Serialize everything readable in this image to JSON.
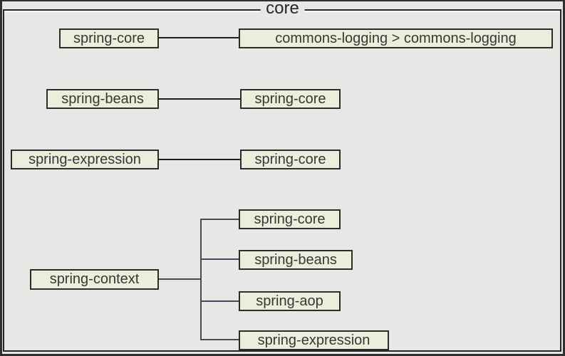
{
  "diagram": {
    "title": "core",
    "rows": [
      {
        "source": "spring-core",
        "targets": [
          "commons-logging > commons-logging"
        ]
      },
      {
        "source": "spring-beans",
        "targets": [
          "spring-core"
        ]
      },
      {
        "source": "spring-expression",
        "targets": [
          "spring-core"
        ]
      },
      {
        "source": "spring-context",
        "targets": [
          "spring-core",
          "spring-beans",
          "spring-aop",
          "spring-expression"
        ]
      }
    ],
    "colors": {
      "background": "#e7e7e6",
      "node_fill": "#ebeddd",
      "node_border": "#2b2e28",
      "node_text": "#343a32",
      "group_border": "#23262c",
      "connector": "#1f1f1f",
      "tree_connector": "#424b5a",
      "frame": "#2e2f31"
    }
  }
}
